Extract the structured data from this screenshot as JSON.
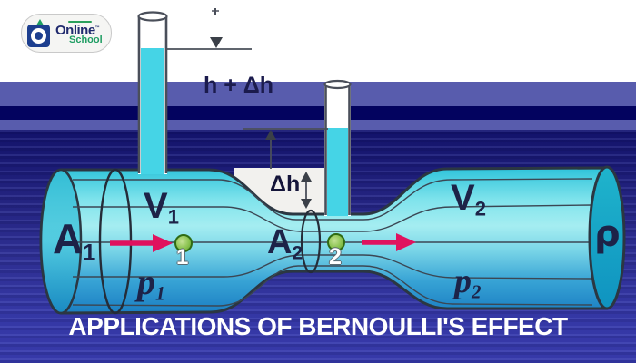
{
  "logo": {
    "name": "Online",
    "school": "School",
    "tm": "™"
  },
  "banner_title": "APPLICATIONS OF BERNOULLI'S EFFECT",
  "diagram": {
    "measurements": {
      "h_plus_dh": "h + Δh",
      "dh": "Δh"
    },
    "section1": {
      "area": {
        "base": "A",
        "sub": "1"
      },
      "velocity": {
        "base": "V",
        "sub": "1"
      },
      "pressure": {
        "base": "p",
        "sub": "1"
      },
      "particle": "1"
    },
    "section2": {
      "area": {
        "base": "A",
        "sub": "2"
      },
      "particle": "2"
    },
    "outlet": {
      "velocity": {
        "base": "V",
        "sub": "2"
      },
      "pressure": {
        "base": "p",
        "sub": "2"
      }
    },
    "density": "ρ"
  },
  "colors": {
    "flow_arrow": "#e0125e",
    "pipe_fluid_light": "#a5edf1",
    "pipe_fluid_dark": "#1b7ec2",
    "tube_liquid": "#45d4e6",
    "particle_green": "#7cbb3e",
    "band_slate": "#585cad",
    "background_navy": "#1c1c74",
    "title_text": "#ffffff",
    "label_navy": "#1d2348"
  }
}
